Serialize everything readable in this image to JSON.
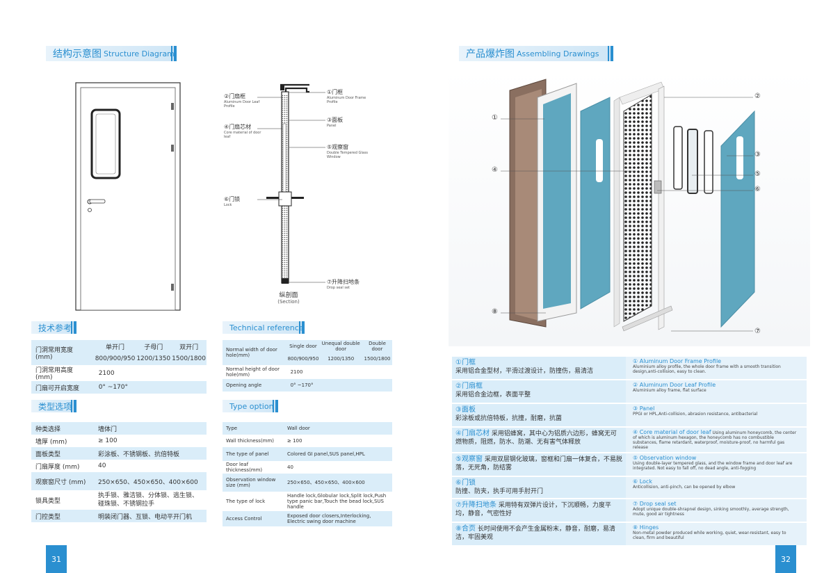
{
  "left": {
    "structure": {
      "zh": "结构示意图",
      "en": "Structure Diagram"
    },
    "labels": [
      {
        "zh": "②门扇框",
        "en": "Aluminum Door Leaf Profile"
      },
      {
        "zh": "④门扇芯材",
        "en": "Core material of door leaf"
      },
      {
        "zh": "⑥门锁",
        "en": "Lock"
      },
      {
        "zh": "①门框",
        "en": "Aluminum Door Frame Profile"
      },
      {
        "zh": "③面板",
        "en": "Panel"
      },
      {
        "zh": "⑤观察窗",
        "en": "Double Tempered Glass Window"
      },
      {
        "zh": "⑦升降扫地条",
        "en": "Drop seal set"
      }
    ],
    "section": {
      "zh": "纵剖面",
      "en": "(Section)"
    },
    "tech_zh": {
      "title": "技术参考",
      "header": [
        "单开门",
        "子母门",
        "双开门"
      ],
      "rows": [
        {
          "label": "门洞常用宽度 (mm)",
          "values": [
            "800/900/950",
            "1200/1350",
            "1500/1800"
          ]
        },
        {
          "label": "门洞常用高度 (mm)",
          "value": "2100"
        },
        {
          "label": "门扇可开启宽度",
          "value": "0° ~170°"
        }
      ]
    },
    "tech_en": {
      "title": "Technical reference",
      "header": [
        "Single door",
        "Unequal double door",
        "Double door"
      ],
      "rows": [
        {
          "label": "Normal width of door hole(mm)",
          "values": [
            "800/900/950",
            "1200/1350",
            "1500/1800"
          ]
        },
        {
          "label": "Normal height of door hole(mm)",
          "value": "2100"
        },
        {
          "label": "Opening angle",
          "value": "0° ~170°"
        }
      ]
    },
    "type_zh": {
      "title": "类型选项",
      "rows": [
        [
          "种类选择",
          "墙体门"
        ],
        [
          "墙厚 (mm)",
          "≥ 100"
        ],
        [
          "面板类型",
          "彩涂板、不锈钢板、抗倍特板"
        ],
        [
          "门扇厚度 (mm)",
          "40"
        ],
        [
          "观察窗尺寸 (mm)",
          "250×650、450×650、400×600"
        ],
        [
          "锁具类型",
          "执手锁、雅洁锁、分体锁、逃生锁、碰珠锁、不锈钢拉手"
        ],
        [
          "门控类型",
          "明装闭门器、互锁、电动平开门机"
        ]
      ]
    },
    "type_en": {
      "title": "Type option",
      "rows": [
        [
          "Type",
          "Wall door"
        ],
        [
          "Wall thickness(mm)",
          "≥ 100"
        ],
        [
          "The type of panel",
          "Colored GI panel,SUS panel,HPL"
        ],
        [
          "Door leaf thickness(mm)",
          "40"
        ],
        [
          "Observation window size (mm)",
          "250×650、450×650、400×600"
        ],
        [
          "The type of lock",
          "Handle lock,Globular lock,Split lock,Push type panic bar,Touch the bead lock,SUS handle"
        ],
        [
          "Access Control",
          "Exposed door closers,Interlocking, Electric swing door machine"
        ]
      ]
    },
    "page": "31"
  },
  "right": {
    "assembling": {
      "zh": "产品爆炸图",
      "en": "Assembling Drawings"
    },
    "markers": [
      "①",
      "④",
      "⑧",
      "②",
      "③",
      "⑤",
      "⑥",
      "⑦"
    ],
    "features": [
      {
        "zh_title": "①门框",
        "zh": "采用铝合金型材，平滑过渡设计，防撞伤，易清洁",
        "en_title": "① Aluminum Door Frame Profile",
        "en": "Aluminium alloy profile, the whole door frame with a smooth transition design,anti-collision, easy to clean."
      },
      {
        "zh_title": "②门扇框",
        "zh": "采用铝合金边框，表面平整",
        "en_title": "② Aluminum Door Leaf Profile",
        "en": "Aluminium alloy frame, flat surface"
      },
      {
        "zh_title": "③面板",
        "zh": "彩涂板或抗倍特板，抗撞，耐磨，抗菌",
        "en_title": "③ Panel",
        "en": "PPGI or HPL,Anti-collision, abrasion resistance, antibacterial"
      },
      {
        "zh_title": "④门扇芯材",
        "zh": "采用铝蜂窝，其中心为铝质六边形，蜂窝无可燃物质，阻燃，防水、防潮、无有害气体释放",
        "en_title": "④ Core material of door leaf",
        "en": "Using aluminum honeycomb, the center of which is aluminum hexagon, the honeycomb has no combustible substances, flame retardant, waterproof, moisture-proof, no harmful gas release"
      },
      {
        "zh_title": "⑤观察窗",
        "zh": "采用双层钢化玻璃，窗框和门扇一体复合，不易脱落，无死角，防结雾",
        "en_title": "⑤ Observation window",
        "en": "Using double-layer tempered glass, and the window frame and door leaf are integrated. Not easy to fall off, no dead angle, anti-fogging"
      },
      {
        "zh_title": "⑥门锁",
        "zh": "防撞、防夹，执手可用手肘开门",
        "en_title": "⑥ Lock",
        "en": "Anticollision, anti-pinch, can be opened by elbow"
      },
      {
        "zh_title": "⑦升降扫地条",
        "zh": "采用特有双弹片设计，下沉顺畅，力度平均，静音，气密性好",
        "en_title": "⑦ Drop seal set",
        "en": "Adopt unique double-shrapnel design, sinking smoothly, average strength, mute, good air tightness"
      },
      {
        "zh_title": "⑧合页",
        "zh": "长时间使用不会产生金属粉末，静音，耐磨，易清洁，牢固美观",
        "en_title": "⑧ Hinges",
        "en": "Non-metal powder produced while working, quiet, wear-resistant, easy to clean, firm and beautiful"
      }
    ],
    "page": "32"
  },
  "colors": {
    "accent": "#2a8fd0",
    "row": "#daedf9",
    "panel": "#5fa7bf"
  }
}
